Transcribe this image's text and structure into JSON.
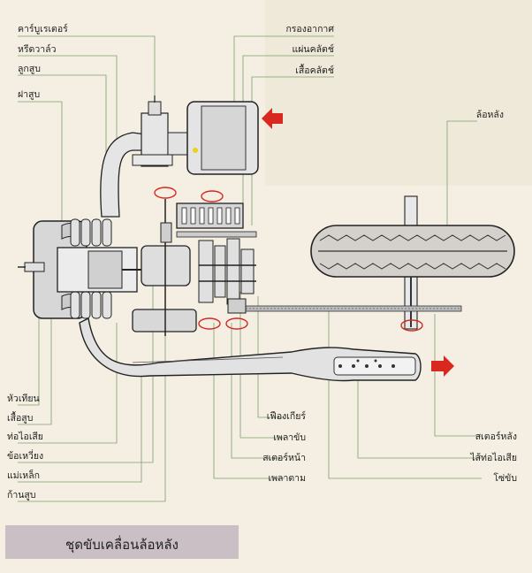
{
  "caption": "ชุดขับเคลื่อนล้อหลัง",
  "labels": {
    "carburetor": "คาร์บูเรเตอร์",
    "reed_valve": "หรีดวาล์ว",
    "piston": "ลูกสูบ",
    "cylinder_head": "ฝาสูบ",
    "air_filter": "กรองอากาศ",
    "clutch_plate": "แผ่นคลัตช์",
    "clutch_housing": "เสื้อคลัตช์",
    "rear_wheel": "ล้อหลัง",
    "spark_plug": "หัวเทียน",
    "cylinder_block": "เสื้อสูบ",
    "exhaust_pipe": "ท่อไอเสีย",
    "crank": "ข้อเหวี่ยง",
    "magneto": "แม่เหล็ก",
    "con_rod": "ก้านสูบ",
    "gear": "เฟืองเกียร์",
    "drive_shaft": "เพลาขับ",
    "front_sprocket": "สเตอร์หน้า",
    "driven_shaft": "เพลาตาม",
    "rear_sprocket": "สเตอร์หลัง",
    "muffler_core": "ไส้ท่อไอเสีย",
    "chain": "โซ่ขับ"
  }
}
